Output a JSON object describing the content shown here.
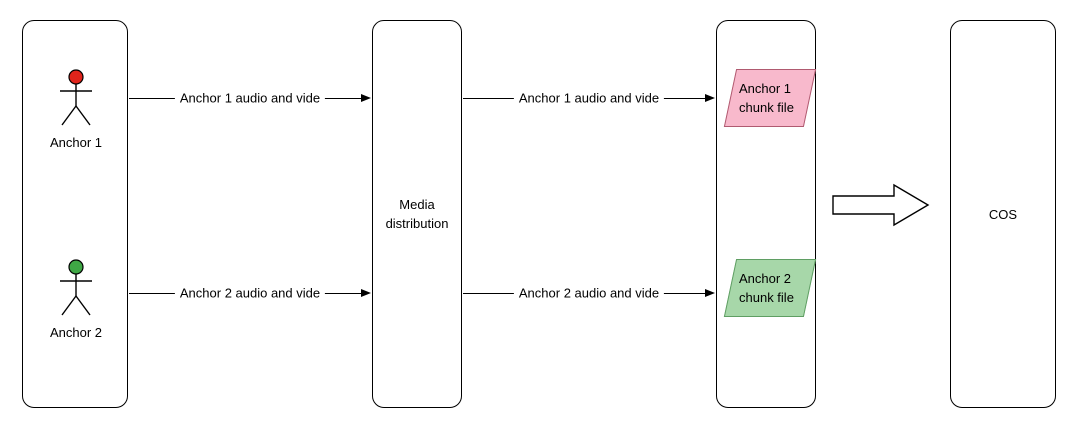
{
  "colors": {
    "anchor1_head": "#e0241b",
    "anchor2_head": "#3fa745",
    "chunk1_fill": "#f8b9cc",
    "chunk1_stroke": "#b05a70",
    "chunk2_fill": "#a7d7a9",
    "chunk2_stroke": "#5f9e63",
    "line": "#000000"
  },
  "actors": [
    {
      "label": "Anchor 1"
    },
    {
      "label": "Anchor 2"
    }
  ],
  "nodes": {
    "media": {
      "label": "Media distribution"
    },
    "cos": {
      "label": "COS"
    }
  },
  "arrows": [
    {
      "label": "Anchor 1 audio and vide"
    },
    {
      "label": "Anchor 2 audio and vide"
    },
    {
      "label": "Anchor 1 audio and vide"
    },
    {
      "label": "Anchor 2 audio and vide"
    }
  ],
  "chunks": [
    {
      "label": "Anchor 1 chunk file"
    },
    {
      "label": "Anchor 2 chunk file"
    }
  ]
}
